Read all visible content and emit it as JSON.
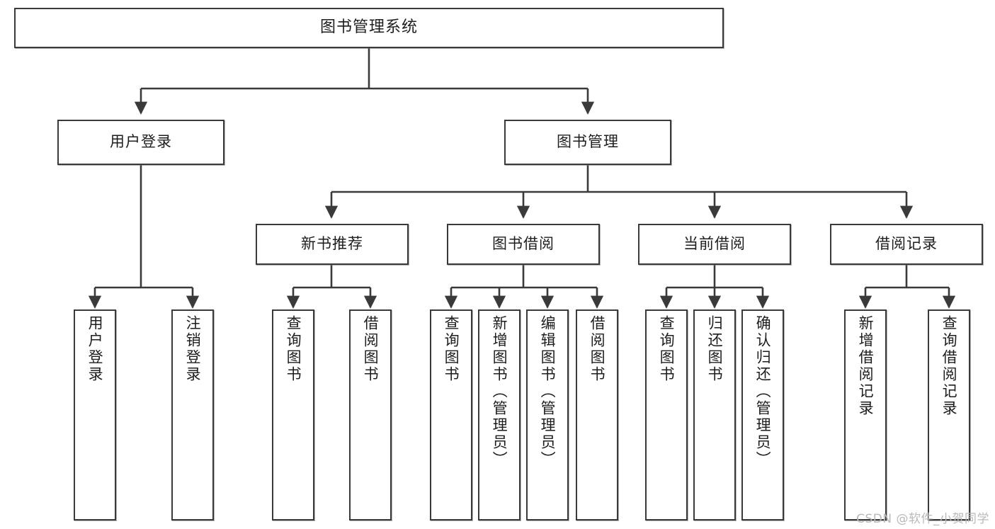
{
  "diagram": {
    "type": "tree",
    "title": "图书管理系统",
    "watermark": "CSDN @软件_小贺同学",
    "colors": {
      "stroke": "#3a3a3a",
      "fill": "#ffffff",
      "text": "#1d1d1d",
      "watermark": "#b9b9b9"
    },
    "nodes": {
      "root": "图书管理系统",
      "level2": [
        "用户登录",
        "图书管理"
      ],
      "level3": [
        "新书推荐",
        "图书借阅",
        "当前借阅",
        "借阅记录"
      ],
      "leaves": {
        "user_login": [
          "用户登录",
          "注销登录"
        ],
        "new_book": [
          "查询图书",
          "借阅图书"
        ],
        "book_borrow": [
          "查询图书",
          "新增图书（管理员）",
          "编辑图书（管理员）",
          "借阅图书"
        ],
        "current_borrow": [
          "查询图书",
          "归还图书",
          "确认归还（管理员）"
        ],
        "borrow_record": [
          "新增借阅记录",
          "查询借阅记录"
        ]
      }
    }
  }
}
